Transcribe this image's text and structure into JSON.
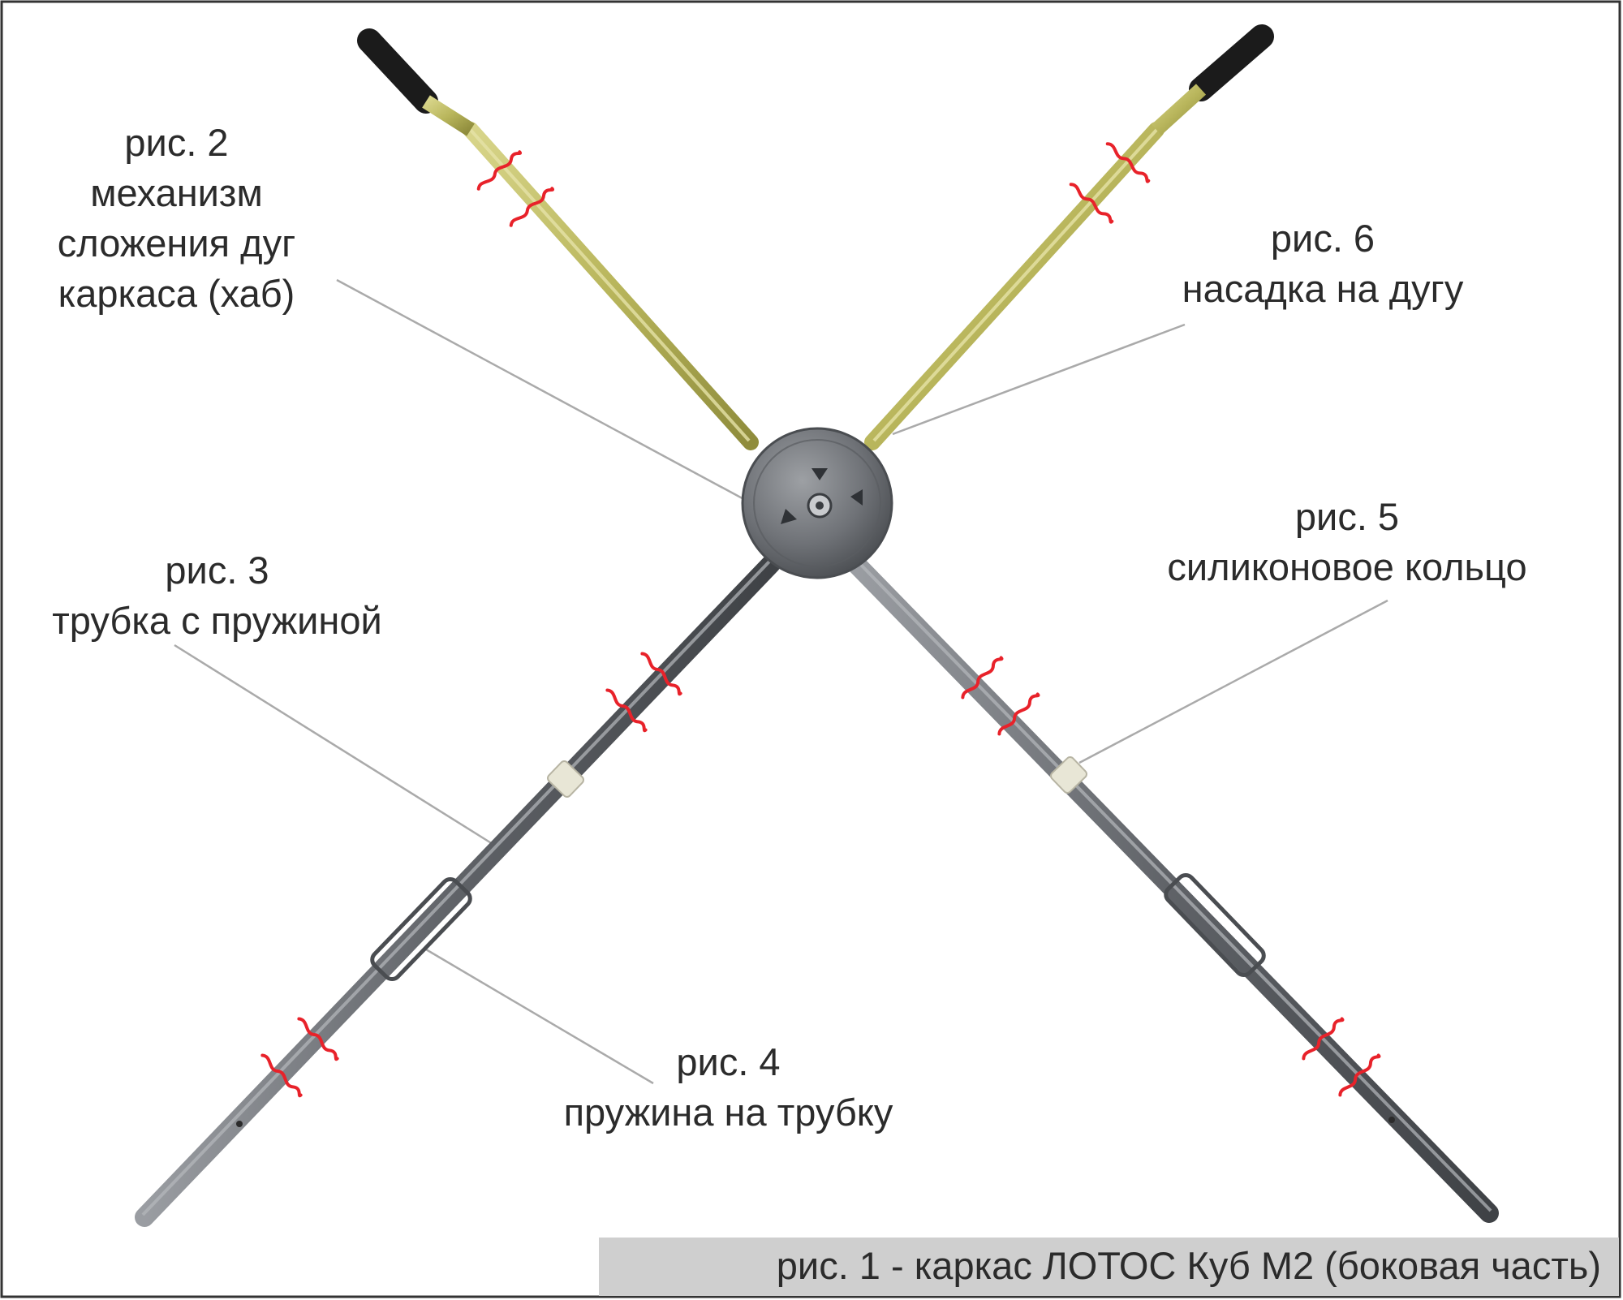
{
  "labels": {
    "hub": [
      "рис. 2",
      "механизм",
      "сложения дуг",
      "каркаса (хаб)"
    ],
    "arc_tip": [
      "рис. 6",
      "насадка на дугу"
    ],
    "tube_spring": [
      "рис. 3",
      "трубка с пружиной"
    ],
    "spring": [
      "рис. 4",
      "пружина на трубку"
    ],
    "silicone_ring": [
      "рис. 5",
      "силиконовое кольцо"
    ]
  },
  "caption": "рис. 1 - каркас ЛОТОС Куб М2 (боковая часть)",
  "colors": {
    "background": "#ffffff",
    "frame_border": "#333333",
    "text": "#2b2b2b",
    "caption_bar": "#cfcfcf",
    "fiberglass_rod": "#c2bf6a",
    "steel_tube": "#6e7176",
    "break_marks": "#e8222a",
    "hub": "#707378",
    "leader_lines": "#aaaaaa"
  },
  "icons": {
    "rod_tip": "black-rubber-cap-icon",
    "hub": "hub-disc-icon",
    "break": "break-mark-icon"
  }
}
